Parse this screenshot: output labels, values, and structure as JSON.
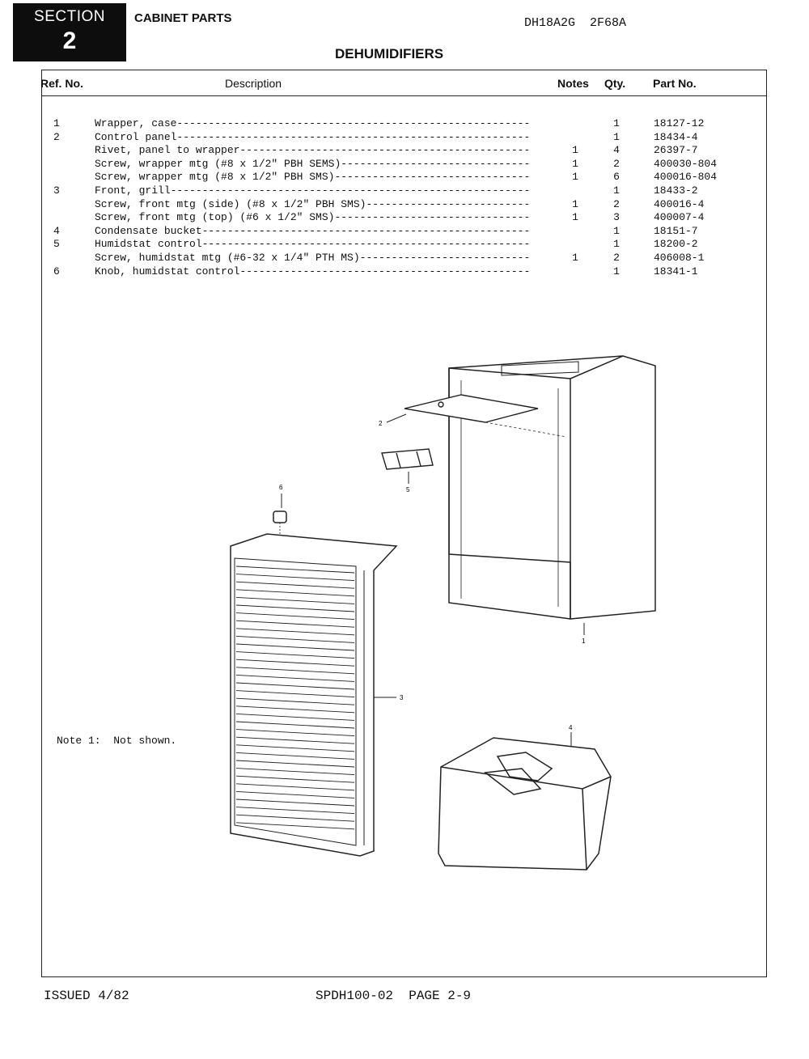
{
  "header": {
    "section_word": "SECTION",
    "section_number": "2",
    "category": "CABINET PARTS",
    "model_codes": "DH18A2G  2F68A",
    "title": "DEHUMIDIFIERS"
  },
  "table": {
    "columns": {
      "ref": "Ref. No.",
      "desc": "Description",
      "notes": "Notes",
      "qty": "Qty.",
      "part": "Part No."
    },
    "rows": [
      {
        "ref": "1",
        "desc": "Wrapper, case",
        "notes": "",
        "qty": "1",
        "part": "18127-12"
      },
      {
        "ref": "2",
        "desc": "Control panel",
        "notes": "",
        "qty": "1",
        "part": "18434-4"
      },
      {
        "ref": "",
        "desc": "Rivet, panel to wrapper",
        "notes": "1",
        "qty": "4",
        "part": "26397-7"
      },
      {
        "ref": "",
        "desc": "Screw, wrapper mtg (#8 x 1/2\" PBH SEMS)",
        "notes": "1",
        "qty": "2",
        "part": "400030-804"
      },
      {
        "ref": "",
        "desc": "Screw, wrapper mtg (#8 x 1/2\" PBH SMS)",
        "notes": "1",
        "qty": "6",
        "part": "400016-804"
      },
      {
        "ref": "3",
        "desc": "Front, grill",
        "notes": "",
        "qty": "1",
        "part": "18433-2"
      },
      {
        "ref": "",
        "desc": "Screw, front mtg (side) (#8 x 1/2\" PBH SMS)",
        "notes": "1",
        "qty": "2",
        "part": "400016-4"
      },
      {
        "ref": "",
        "desc": "Screw, front mtg (top) (#6 x 1/2\" SMS)",
        "notes": "1",
        "qty": "3",
        "part": "400007-4"
      },
      {
        "ref": "4",
        "desc": "Condensate bucket",
        "notes": "",
        "qty": "1",
        "part": "18151-7"
      },
      {
        "ref": "5",
        "desc": "Humidstat control",
        "notes": "",
        "qty": "1",
        "part": "18200-2"
      },
      {
        "ref": "",
        "desc": "Screw, humidstat mtg (#6-32 x 1/4\" PTH MS)",
        "notes": "1",
        "qty": "2",
        "part": "406008-1"
      },
      {
        "ref": "6",
        "desc": "Knob, humidstat control",
        "notes": "",
        "qty": "1",
        "part": "18341-1"
      }
    ]
  },
  "note": "Note 1:  Not shown.",
  "diagram": {
    "callouts": [
      "1",
      "2",
      "3",
      "4",
      "5",
      "6"
    ]
  },
  "footer": {
    "issued": "ISSUED 4/82",
    "page": "SPDH100-02  PAGE 2-9"
  }
}
